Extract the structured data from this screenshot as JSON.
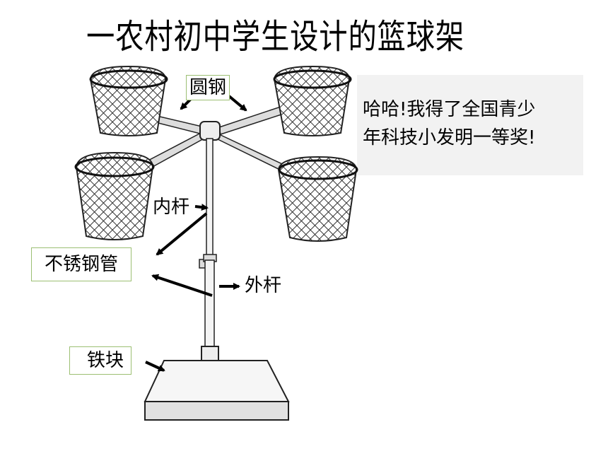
{
  "title": "一农村初中学生设计的篮球架",
  "speech": {
    "line1": "哈哈!我得了全国青少",
    "line2": "年科技小发明一等奖!"
  },
  "labels": {
    "round_steel": "圆钢",
    "inner_rod": "内杆",
    "stainless_pipe": "不锈钢管",
    "outer_rod": "外杆",
    "iron_block": "铁块"
  }
}
